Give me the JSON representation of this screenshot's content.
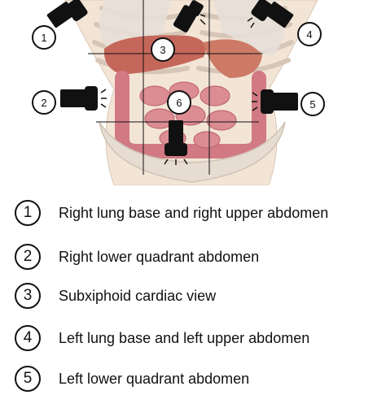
{
  "legend": [
    {
      "number": "1",
      "label": "Right lung base and right upper abdomen"
    },
    {
      "number": "2",
      "label": "Right lower quadrant abdomen"
    },
    {
      "number": "3",
      "label": "Subxiphoid cardiac view"
    },
    {
      "number": "4",
      "label": "Left lung base and left upper abdomen"
    },
    {
      "number": "5",
      "label": "Left lower quadrant abdomen"
    }
  ],
  "diagram": {
    "probe_labels": [
      "1",
      "2",
      "3",
      "4",
      "5",
      "6"
    ],
    "colors": {
      "skin": "#f3e5d6",
      "rib": "#ddd0c4",
      "lung": "#e7dfd8",
      "liver": "#c4675a",
      "intestine": "#d7838b",
      "probe": "#111111",
      "grid": "#111111"
    }
  }
}
